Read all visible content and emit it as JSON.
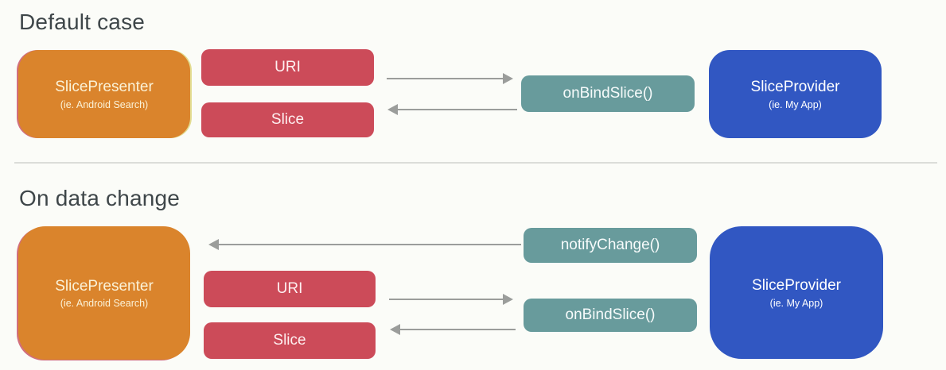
{
  "colors": {
    "background": "#FBFCF8",
    "presenter_orange": "#DA842C",
    "pill_red": "#CC4B59",
    "pill_teal": "#689B9C",
    "provider_blue": "#3157C2",
    "arrow_gray": "#9B9D9B",
    "title_text": "#3E4649",
    "divider": "#DBDDD9"
  },
  "sections": {
    "default_case": {
      "title": "Default case",
      "presenter": {
        "title": "SlicePresenter",
        "subtitle": "(ie. Android Search)"
      },
      "uri_label": "URI",
      "slice_label": "Slice",
      "onbind_label": "onBindSlice()",
      "provider": {
        "title": "SliceProvider",
        "subtitle": "(ie. My App)"
      }
    },
    "on_data_change": {
      "title": "On data change",
      "presenter": {
        "title": "SlicePresenter",
        "subtitle": "(ie. Android Search)"
      },
      "notify_label": "notifyChange()",
      "uri_label": "URI",
      "slice_label": "Slice",
      "onbind_label": "onBindSlice()",
      "provider": {
        "title": "SliceProvider",
        "subtitle": "(ie. My App)"
      }
    }
  }
}
